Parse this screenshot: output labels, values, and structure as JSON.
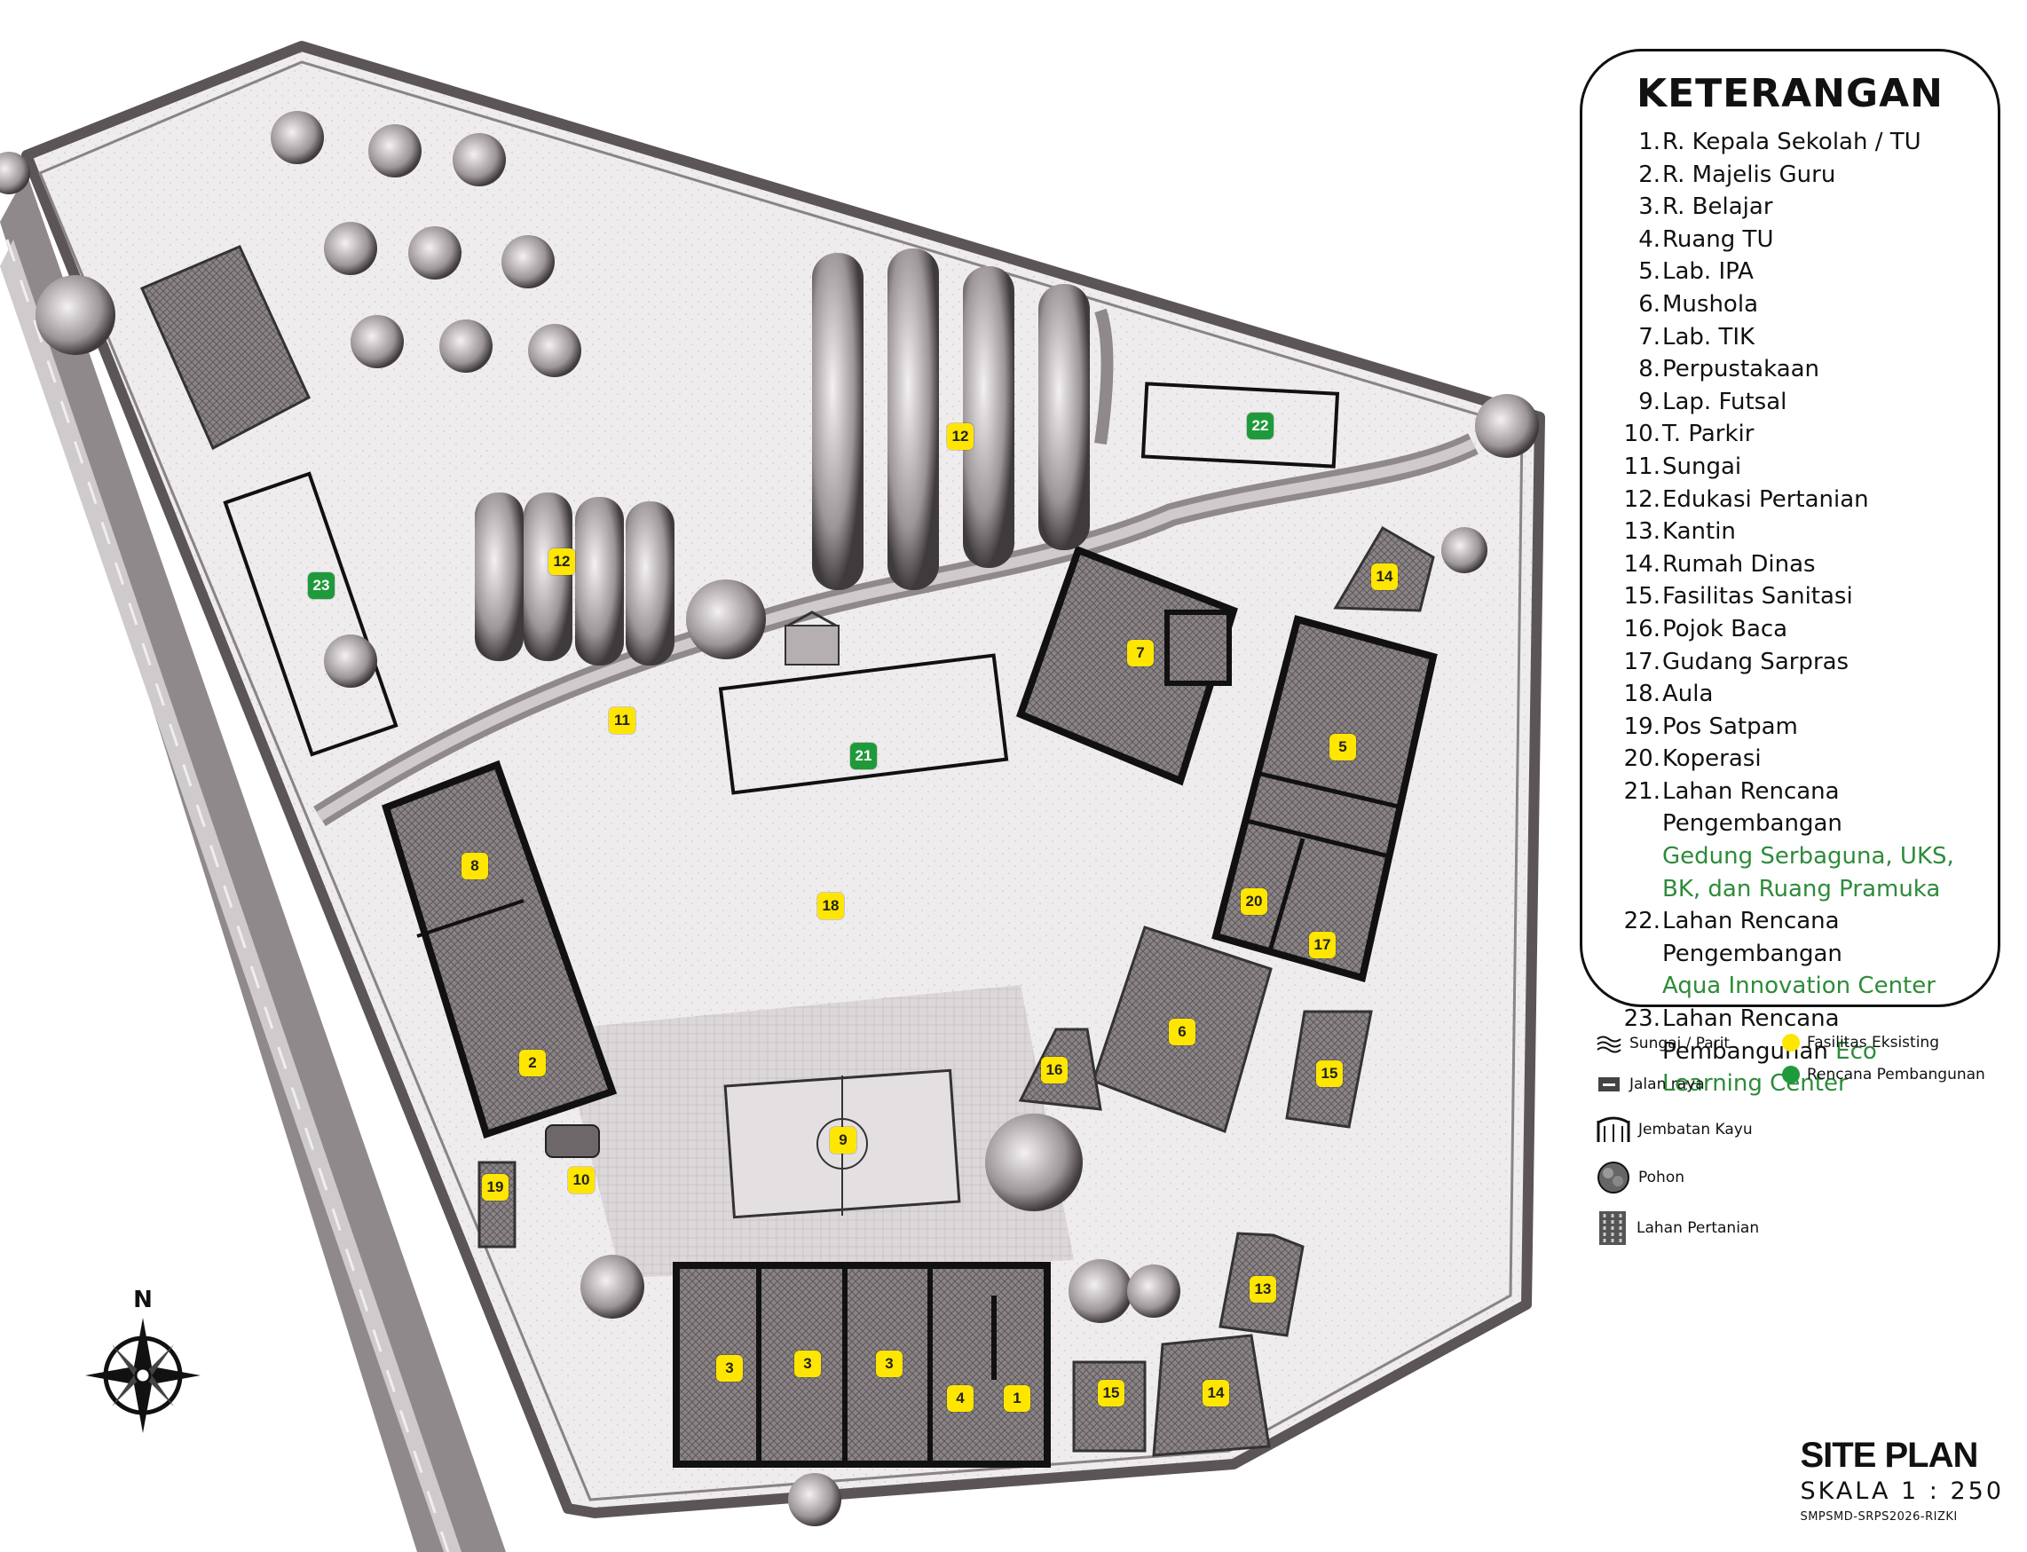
{
  "map": {
    "labels_existing": [
      "1",
      "2",
      "3",
      "3",
      "3",
      "4",
      "5",
      "6",
      "7",
      "8",
      "9",
      "10",
      "11",
      "12",
      "12",
      "13",
      "14",
      "14",
      "15",
      "15",
      "16",
      "17",
      "18",
      "19",
      "20"
    ],
    "labels_planned": [
      "21",
      "22",
      "23"
    ],
    "colors": {
      "existing": "#ffe600",
      "planned": "#1f9a3a",
      "outline": "#111111",
      "ground": "#ece9ea"
    }
  },
  "legend": {
    "title": "KETERANGAN",
    "items": [
      {
        "num": "1.",
        "text": "R. Kepala Sekolah / TU"
      },
      {
        "num": "2.",
        "text": "R. Majelis Guru"
      },
      {
        "num": "3.",
        "text": "R. Belajar"
      },
      {
        "num": "4.",
        "text": "Ruang TU"
      },
      {
        "num": "5.",
        "text": "Lab. IPA"
      },
      {
        "num": "6.",
        "text": "Mushola"
      },
      {
        "num": "7.",
        "text": "Lab. TIK"
      },
      {
        "num": "8.",
        "text": "Perpustakaan"
      },
      {
        "num": "9.",
        "text": "Lap. Futsal"
      },
      {
        "num": "10.",
        "text": "T. Parkir"
      },
      {
        "num": "11.",
        "text": "Sungai"
      },
      {
        "num": "12.",
        "text": "Edukasi Pertanian"
      },
      {
        "num": "13.",
        "text": "Kantin"
      },
      {
        "num": "14.",
        "text": "Rumah Dinas"
      },
      {
        "num": "15.",
        "text": "Fasilitas Sanitasi"
      },
      {
        "num": "16.",
        "text": "Pojok Baca"
      },
      {
        "num": "17.",
        "text": "Gudang Sarpras"
      },
      {
        "num": "18.",
        "text": "Aula"
      },
      {
        "num": "19.",
        "text": "Pos Satpam"
      },
      {
        "num": "20.",
        "text": "Koperasi"
      },
      {
        "num": "21.",
        "text": "Lahan Rencana Pengembangan"
      },
      {
        "num": "",
        "text": "Gedung Serbaguna, UKS, BK, dan Ruang Pramuka",
        "green": true
      },
      {
        "num": "22.",
        "text": "Lahan Rencana Pengembangan"
      },
      {
        "num": "",
        "text": "Aqua Innovation Center",
        "green": true
      },
      {
        "num": "23.",
        "text": "Lahan Rencana Pembangunan ",
        "green_tail": "Eco Learning Center"
      }
    ]
  },
  "symbols": {
    "river": "Sungai / Parit",
    "road": "Jalan raya",
    "bridge": "Jembatan Kayu",
    "tree": "Pohon",
    "farm": "Lahan Pertanian",
    "existing": "Fasilitas Eksisting",
    "planned": "Rencana Pembangunan"
  },
  "north": "N",
  "title": {
    "main": "SITE PLAN",
    "scale": "SKALA 1 : 250",
    "code": "SMPSMD-SRPS2026-RIZKI"
  }
}
